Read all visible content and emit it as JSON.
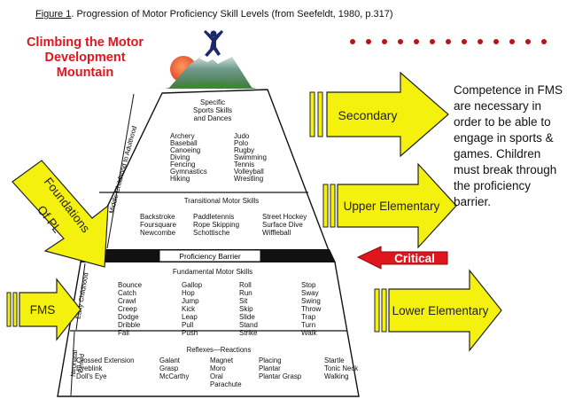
{
  "figure_title": {
    "prefix": "Figure 1",
    "text": ". Progression of Motor Proficiency Skill Levels (from Seefeldt, 1980, p.317)"
  },
  "headline": [
    "Climbing the  Motor",
    "Development",
    "Mountain"
  ],
  "side_note": "Competence in FMS are necessary in order to be able to engage in sports & games. Children must break through the proficiency barrier.",
  "age_labels": {
    "adulthood": "Middle Childhood to Adulthood",
    "early": "Early Childhood",
    "neonatal": [
      "Neonatal",
      "Period"
    ]
  },
  "levels": {
    "specific": {
      "title": [
        "Specific",
        "Sports Skills",
        "and Dances"
      ],
      "columns": [
        [
          "Archery",
          "Baseball",
          "Canoeing",
          "Diving",
          "Fencing",
          "Gymnastics",
          "Hiking"
        ],
        [
          "Judo",
          "Polo",
          "Rugby",
          "Swimming",
          "Tennis",
          "Volleyball",
          "Wrestling"
        ]
      ]
    },
    "transitional": {
      "title": "Transitional Motor Skills",
      "columns": [
        [
          "Backstroke",
          "Foursquare",
          "Newcombe"
        ],
        [
          "Paddletennis",
          "Rope Skipping",
          "Schottische"
        ],
        [
          "Street Hockey",
          "Surface Dive",
          "Wiffleball"
        ]
      ]
    },
    "barrier": "Proficiency Barrier",
    "fundamental": {
      "title": "Fundamental Motor Skills",
      "columns": [
        [
          "Bounce",
          "Catch",
          "Crawl",
          "Creep",
          "Dodge",
          "Dribble",
          "Fall"
        ],
        [
          "Gallop",
          "Hop",
          "Jump",
          "Kick",
          "Leap",
          "Pull",
          "Push"
        ],
        [
          "Roll",
          "Run",
          "Sit",
          "Skip",
          "Slide",
          "Stand",
          "Strike"
        ],
        [
          "Stop",
          "Sway",
          "Swing",
          "Throw",
          "Trap",
          "Turn",
          "Walk"
        ]
      ]
    },
    "reflexes": {
      "title": "Reflexes—Reactions",
      "columns": [
        [
          "Crossed Extension",
          "Eyeblink",
          "Doll's Eye"
        ],
        [
          "Galant",
          "Grasp",
          "McCarthy"
        ],
        [
          "Magnet",
          "Moro",
          "Oral",
          "Parachute"
        ],
        [
          "Placing",
          "Plantar",
          "Plantar Grasp"
        ],
        [
          "Startle",
          "Tonic Neck",
          "Walking"
        ]
      ]
    }
  },
  "arrows": {
    "secondary": "Secondary",
    "upper": "Upper Elementary",
    "lower": "Lower Elementary",
    "critical": "Critical",
    "foundations": [
      "Foundations",
      "Of PL"
    ],
    "fms": "FMS"
  },
  "colors": {
    "arrow_fill": "#f5f10f",
    "arrow_stroke": "#222222",
    "headline": "#e0161f",
    "critical": "#e0161f",
    "dots": "#b5141b",
    "barrier": "#111111"
  }
}
